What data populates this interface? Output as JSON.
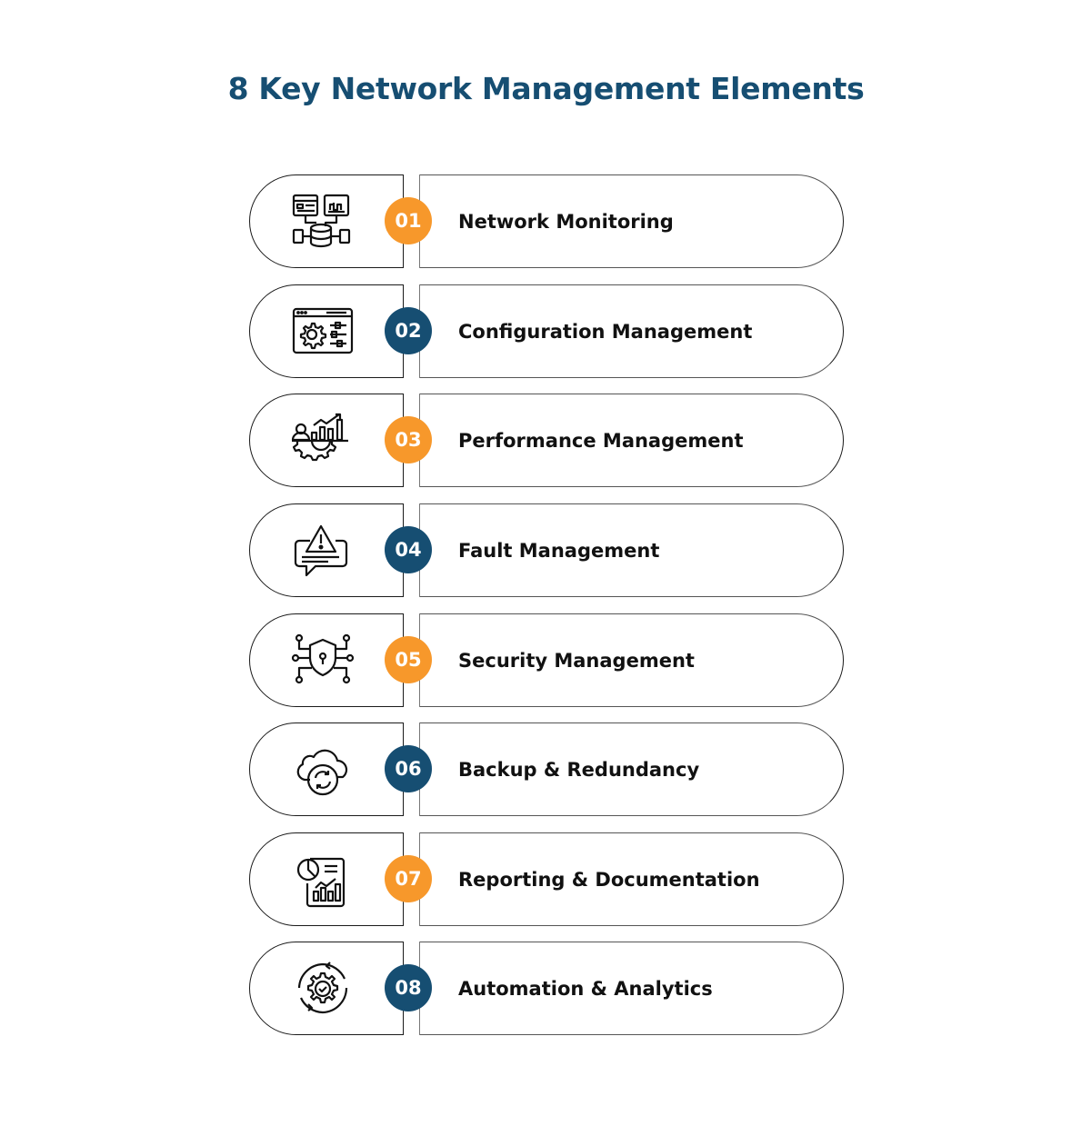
{
  "title": "8 Key Network Management Elements",
  "colors": {
    "title": "#164e72",
    "orange": "#f7982b",
    "navy": "#164e72"
  },
  "items": [
    {
      "number": "01",
      "label": "Network Monitoring",
      "icon": "network-monitoring-icon",
      "badge_color": "orange"
    },
    {
      "number": "02",
      "label": "Configuration Management",
      "icon": "configuration-gear-icon",
      "badge_color": "navy"
    },
    {
      "number": "03",
      "label": "Performance Management",
      "icon": "performance-chart-gear-icon",
      "badge_color": "orange"
    },
    {
      "number": "04",
      "label": "Fault Management",
      "icon": "warning-message-icon",
      "badge_color": "navy"
    },
    {
      "number": "05",
      "label": "Security Management",
      "icon": "security-shield-circuit-icon",
      "badge_color": "orange"
    },
    {
      "number": "06",
      "label": "Backup & Redundancy",
      "icon": "cloud-sync-icon",
      "badge_color": "navy"
    },
    {
      "number": "07",
      "label": "Reporting & Documentation",
      "icon": "report-document-icon",
      "badge_color": "orange"
    },
    {
      "number": "08",
      "label": "Automation & Analytics",
      "icon": "automation-gear-check-icon",
      "badge_color": "navy"
    }
  ]
}
